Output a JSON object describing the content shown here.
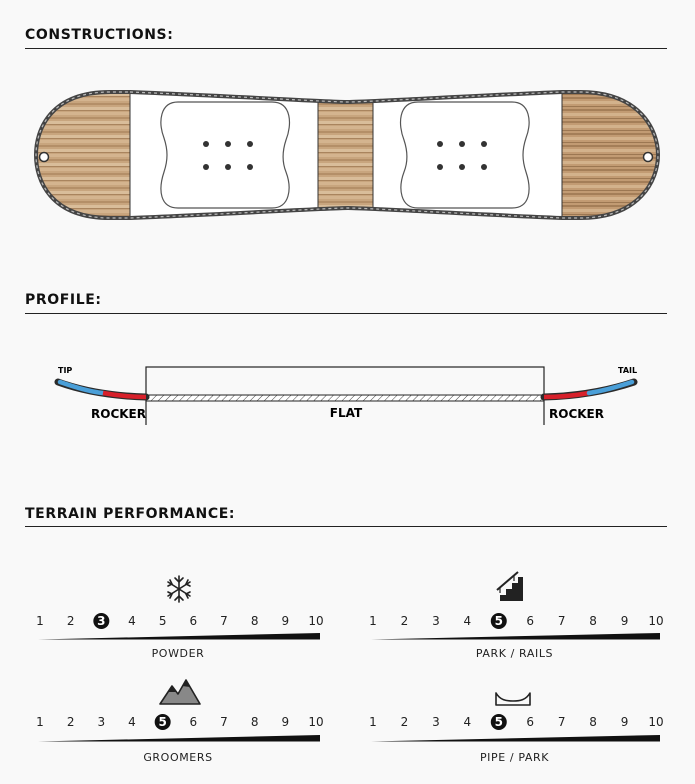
{
  "sections": {
    "constructions": "CONSTRUCTIONS:",
    "profile": "PROFILE:",
    "terrain": "TERRAIN PERFORMANCE:"
  },
  "profile": {
    "tip": "TIP",
    "tail": "TAIL",
    "rocker_left": "ROCKER",
    "flat": "FLAT",
    "rocker_right": "ROCKER",
    "colors": {
      "rocker": "#d7202a",
      "tip": "#4a9fd8",
      "outline": "#2b2b2b"
    }
  },
  "scale": [
    "1",
    "2",
    "3",
    "4",
    "5",
    "6",
    "7",
    "8",
    "9",
    "10"
  ],
  "terrain": [
    {
      "label": "POWDER",
      "rating": 3,
      "icon": "snowflake-icon"
    },
    {
      "label": "PARK / RAILS",
      "rating": 5,
      "icon": "stairs-rail-icon"
    },
    {
      "label": "GROOMERS",
      "rating": 5,
      "icon": "mountains-icon"
    },
    {
      "label": "PIPE / PARK",
      "rating": 5,
      "icon": "halfpipe-icon"
    }
  ],
  "colors": {
    "wood": "#c9a780",
    "wood_dark": "#a88460",
    "core_white": "#ffffff"
  }
}
